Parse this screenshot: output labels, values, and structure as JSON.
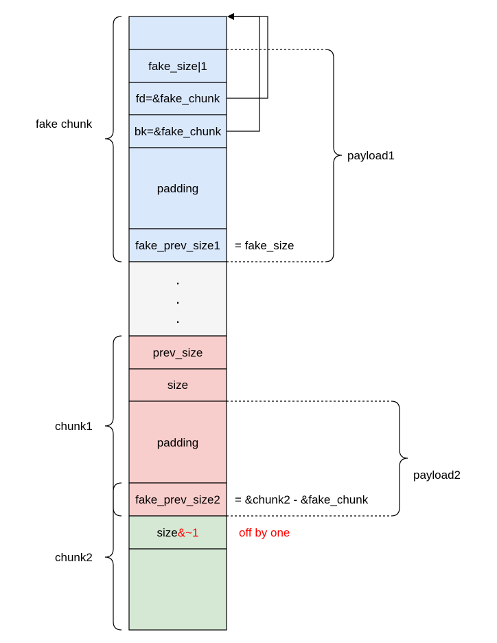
{
  "colors": {
    "fake_chunk_fill": "#dae8fc",
    "gap_fill": "#f5f5f5",
    "chunk1_fill": "#f8cecc",
    "chunk2_fill": "#d5e8d4",
    "stroke": "#000000",
    "accent_red": "#ff0000"
  },
  "cells": {
    "fake_size": "fake_size|1",
    "fd": "fd=&fake_chunk",
    "bk": "bk=&fake_chunk",
    "fake_padding": "padding",
    "fake_prev_size1": "fake_prev_size1",
    "dots": ".",
    "prev_size": "prev_size",
    "size": "size",
    "chunk1_padding": "padding",
    "fake_prev_size2": "fake_prev_size2",
    "size2_prefix": "size",
    "size2_suffix": "&~1"
  },
  "labels": {
    "fake_chunk": "fake chunk",
    "chunk1": "chunk1",
    "chunk2": "chunk2",
    "payload1": "payload1",
    "payload2": "payload2",
    "eq_fake_size": "= fake_size",
    "eq_chunk_diff": "= &chunk2 - &fake_chunk",
    "off_by_one": "off by one"
  }
}
